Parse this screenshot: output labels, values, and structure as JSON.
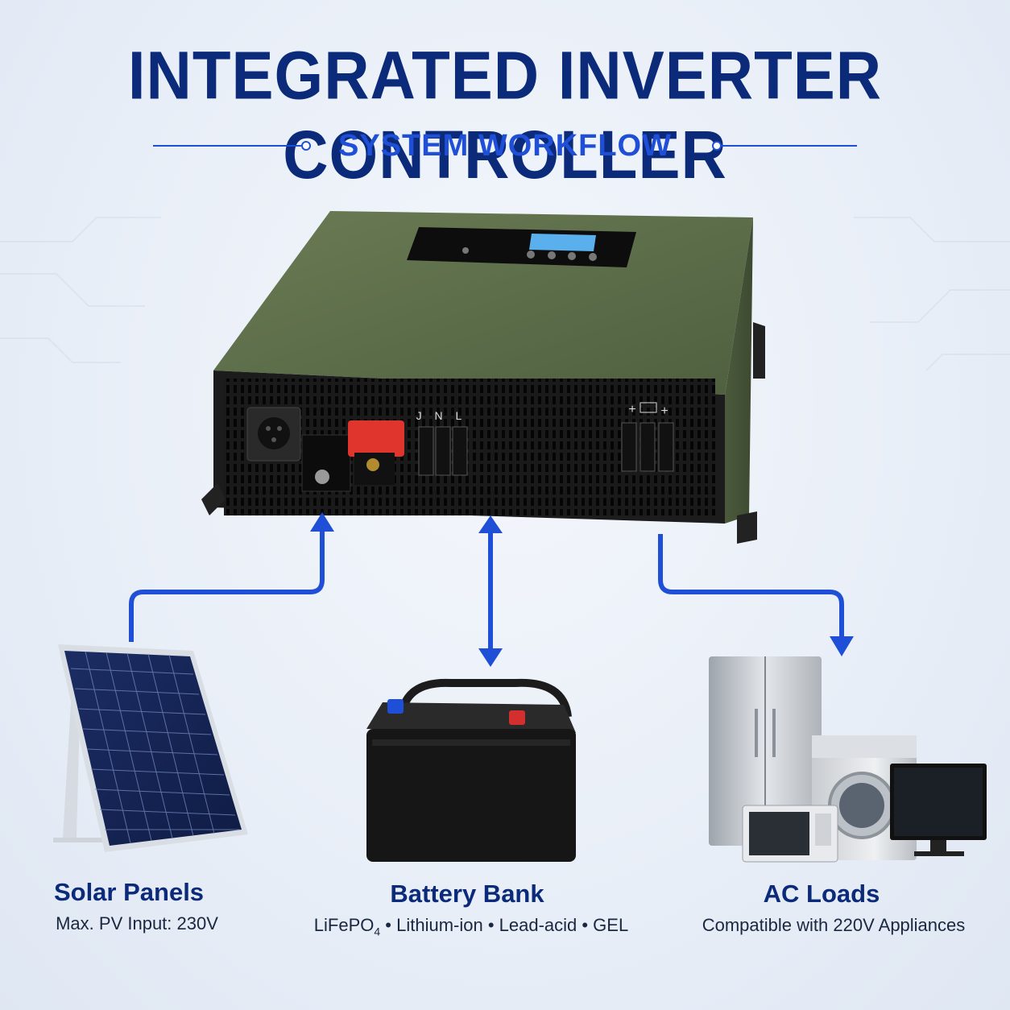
{
  "header": {
    "title": "INTEGRATED INVERTER CONTROLLER",
    "subtitle": "SYSTEM WORKFLOW"
  },
  "inverter": {
    "port_labels": {
      "ac_terminals": "J N L",
      "battery_plus_left": "+",
      "battery_plus_right": "+"
    }
  },
  "components": [
    {
      "title": "Solar Panels",
      "subtitle": "Max. PV Input: 230V"
    },
    {
      "title": "Battery Bank",
      "subtitle_parts": [
        "LiFePO",
        "4",
        " • Lithium-ion • Lead-acid • GEL"
      ]
    },
    {
      "title": "AC Loads",
      "subtitle": "Compatible with 220V Appliances"
    }
  ],
  "colors": {
    "title": "#0b2a7a",
    "accent": "#1f4fd6",
    "inverter_body": "#5a6b46",
    "inverter_front": "#1c1c1c",
    "battery_positive": "#d32f2f",
    "battery_negative": "#1f4fd6"
  },
  "flows": [
    {
      "from": "solar-panels",
      "to": "inverter",
      "direction": "one-way"
    },
    {
      "from": "battery-bank",
      "to": "inverter",
      "direction": "two-way"
    },
    {
      "from": "inverter",
      "to": "ac-loads",
      "direction": "one-way"
    }
  ]
}
